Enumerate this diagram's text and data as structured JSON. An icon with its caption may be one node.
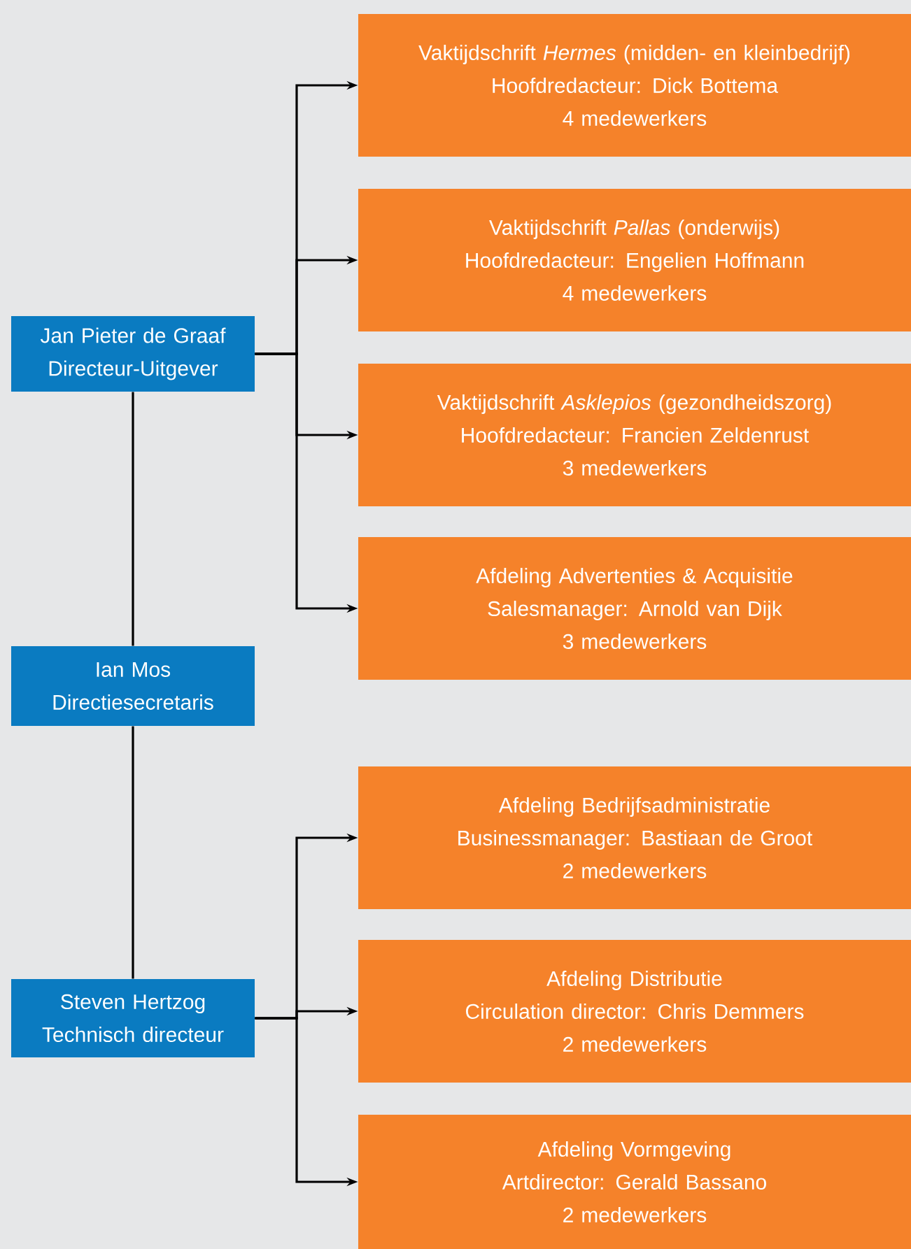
{
  "diagram": {
    "nodes": [
      {
        "text": [
          "Jan Pieter de Graaf",
          "Directeur-Uitgever"
        ]
      },
      {
        "text": [
          "Ian Mos",
          "Directiesecretaris"
        ]
      },
      {
        "text": [
          "Steven Hertzog",
          "Technisch directeur"
        ]
      },
      {
        "text": [
          "Vaktijdschrift *Hermes* (midden- en kleinbedrijf)",
          "Hoofdredacteur: Dick Bottema",
          "4 medewerkers"
        ]
      },
      {
        "text": [
          "Vaktijdschrift *Pallas* (onderwijs)",
          "Hoofdredacteur: Engelien Hoffmann",
          "4 medewerkers"
        ]
      },
      {
        "text": [
          "Vaktijdschrift *Asklepios* (gezondheidszorg)",
          "Hoofdredacteur: Francien Zeldenrust",
          "3 medewerkers"
        ]
      },
      {
        "text": [
          "Afdeling Advertenties & Acquisitie",
          "Salesmanager: Arnold van Dijk",
          "3 medewerkers"
        ]
      },
      {
        "text": [
          "Afdeling Bedrijfsadministratie",
          "Businessmanager: Bastiaan de Groot",
          "2 medewerkers"
        ]
      },
      {
        "text": [
          "Afdeling Distributie",
          "Circulation director: Chris Demmers",
          "2 medewerkers"
        ]
      },
      {
        "text": [
          "Afdeling Vormgeving",
          "Artdirector: Gerald Bassano",
          "2 medewerkers"
        ]
      }
    ],
    "edges": [
      {
        "from": 0,
        "to": 1,
        "arrow": "none"
      },
      {
        "from": 1,
        "to": 2,
        "arrow": "none"
      },
      {
        "from": 0,
        "to": 3,
        "arrow": "to"
      },
      {
        "from": 0,
        "to": 4,
        "arrow": "to"
      },
      {
        "from": 0,
        "to": 5,
        "arrow": "to"
      },
      {
        "from": 0,
        "to": 6,
        "arrow": "to"
      },
      {
        "from": 2,
        "to": 7,
        "arrow": "to"
      },
      {
        "from": 2,
        "to": 8,
        "arrow": "to"
      },
      {
        "from": 2,
        "to": 9,
        "arrow": "to"
      }
    ]
  }
}
